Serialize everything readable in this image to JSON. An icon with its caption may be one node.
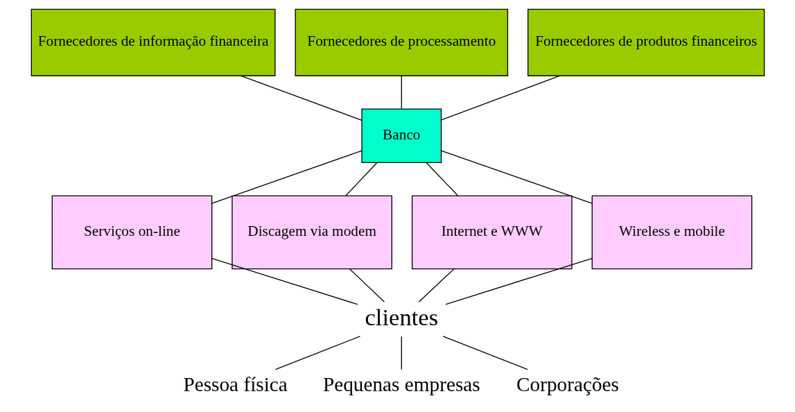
{
  "diagram": {
    "nodes": [
      {
        "text": [
          "Fornecedores de informação financeira"
        ]
      },
      {
        "text": [
          "Fornecedores de processamento"
        ]
      },
      {
        "text": [
          "Fornecedores de produtos financeiros"
        ]
      },
      {
        "text": [
          "Banco"
        ]
      },
      {
        "text": [
          "Serviços on-line"
        ]
      },
      {
        "text": [
          "Discagem via modem"
        ]
      },
      {
        "text": [
          "Internet e WWW"
        ]
      },
      {
        "text": [
          "Wireless e mobile"
        ]
      },
      {
        "text": [
          "clientes"
        ]
      },
      {
        "text": [
          "Pessoa física"
        ]
      },
      {
        "text": [
          "Pequenas empresas"
        ]
      },
      {
        "text": [
          "Corporações"
        ]
      }
    ],
    "edges": [
      {
        "from": 0,
        "to": 3,
        "arrow": "none"
      },
      {
        "from": 1,
        "to": 3,
        "arrow": "none"
      },
      {
        "from": 2,
        "to": 3,
        "arrow": "none"
      },
      {
        "from": 3,
        "to": 4,
        "arrow": "none"
      },
      {
        "from": 3,
        "to": 5,
        "arrow": "none"
      },
      {
        "from": 3,
        "to": 6,
        "arrow": "none"
      },
      {
        "from": 3,
        "to": 7,
        "arrow": "none"
      },
      {
        "from": 4,
        "to": 8,
        "arrow": "none"
      },
      {
        "from": 5,
        "to": 8,
        "arrow": "none"
      },
      {
        "from": 6,
        "to": 8,
        "arrow": "none"
      },
      {
        "from": 7,
        "to": 8,
        "arrow": "none"
      },
      {
        "from": 8,
        "to": 9,
        "arrow": "none"
      },
      {
        "from": 8,
        "to": 10,
        "arrow": "none"
      },
      {
        "from": 8,
        "to": 11,
        "arrow": "none"
      }
    ]
  }
}
